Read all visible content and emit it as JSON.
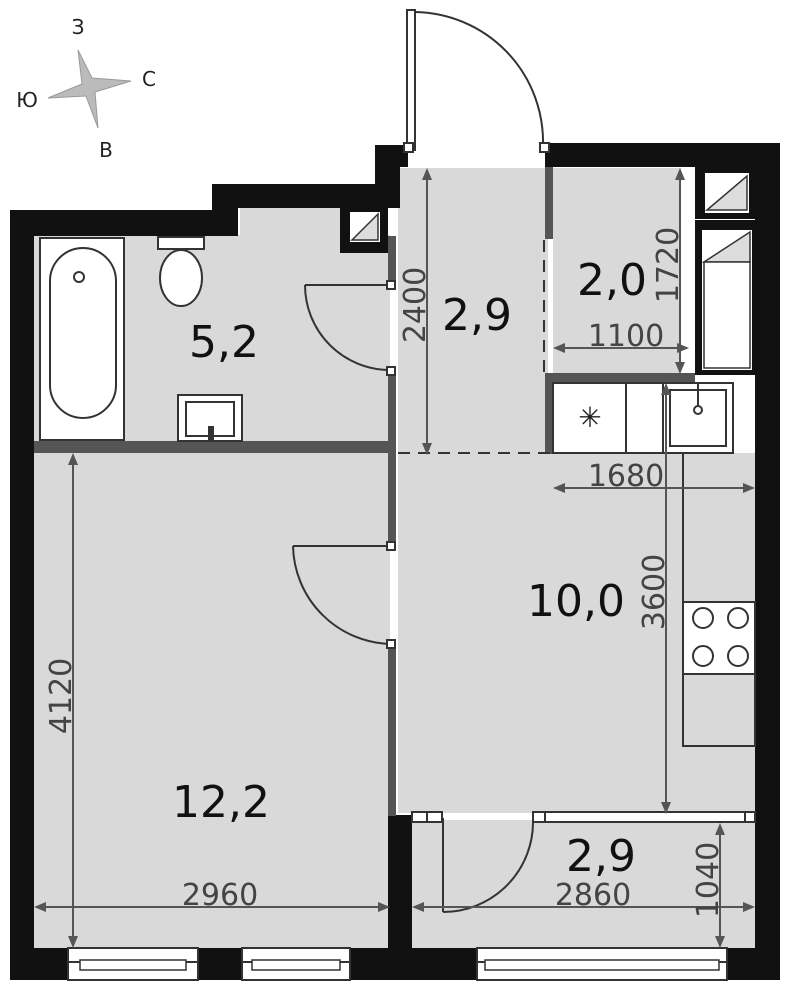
{
  "compass": {
    "north": "З",
    "east": "С",
    "south": "В",
    "west": "Ю"
  },
  "rooms": {
    "bathroom": "5,2",
    "hall": "2,9",
    "storage": "2,0",
    "kitchen": "10,0",
    "bedroom": "12,2",
    "balcony": "2,9"
  },
  "dimensions": {
    "hall_height": "2400",
    "storage_height": "1720",
    "storage_width": "1100",
    "kitchen_width": "1680",
    "kitchen_height": "3600",
    "bedroom_height": "4120",
    "bedroom_width": "2960",
    "balcony_width": "2860",
    "balcony_depth": "1040"
  },
  "colors": {
    "floor": "#d9d9d9",
    "wall": "#111111",
    "partition": "#555555",
    "text": "#111111"
  }
}
